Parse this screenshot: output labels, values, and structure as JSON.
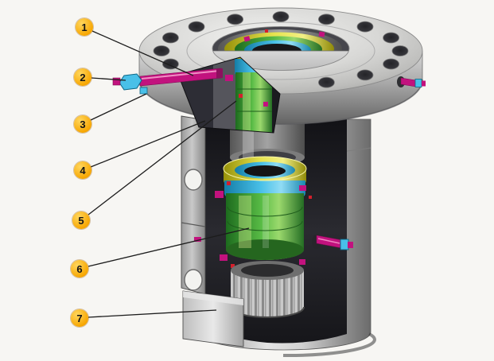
{
  "figure": {
    "subject": "wellhead-casing-spool-cutaway-diagram",
    "background_color": "#f7f6f3"
  },
  "callouts": [
    {
      "label": "1"
    },
    {
      "label": "2"
    },
    {
      "label": "3"
    },
    {
      "label": "4"
    },
    {
      "label": "5"
    },
    {
      "label": "6"
    },
    {
      "label": "7"
    }
  ],
  "palette": {
    "callout_fill": "#f7a600",
    "callout_highlight": "#ffd65e",
    "callout_number": "#151515",
    "leader_line": "#1c1c1c",
    "hanger_green": "#58bb45",
    "seal_yellow": "#e6e34e",
    "seal_cyan": "#49c0e8",
    "screw_magenta": "#c2127e",
    "metal_light": "#e6e6e6",
    "metal_dark": "#232328"
  }
}
